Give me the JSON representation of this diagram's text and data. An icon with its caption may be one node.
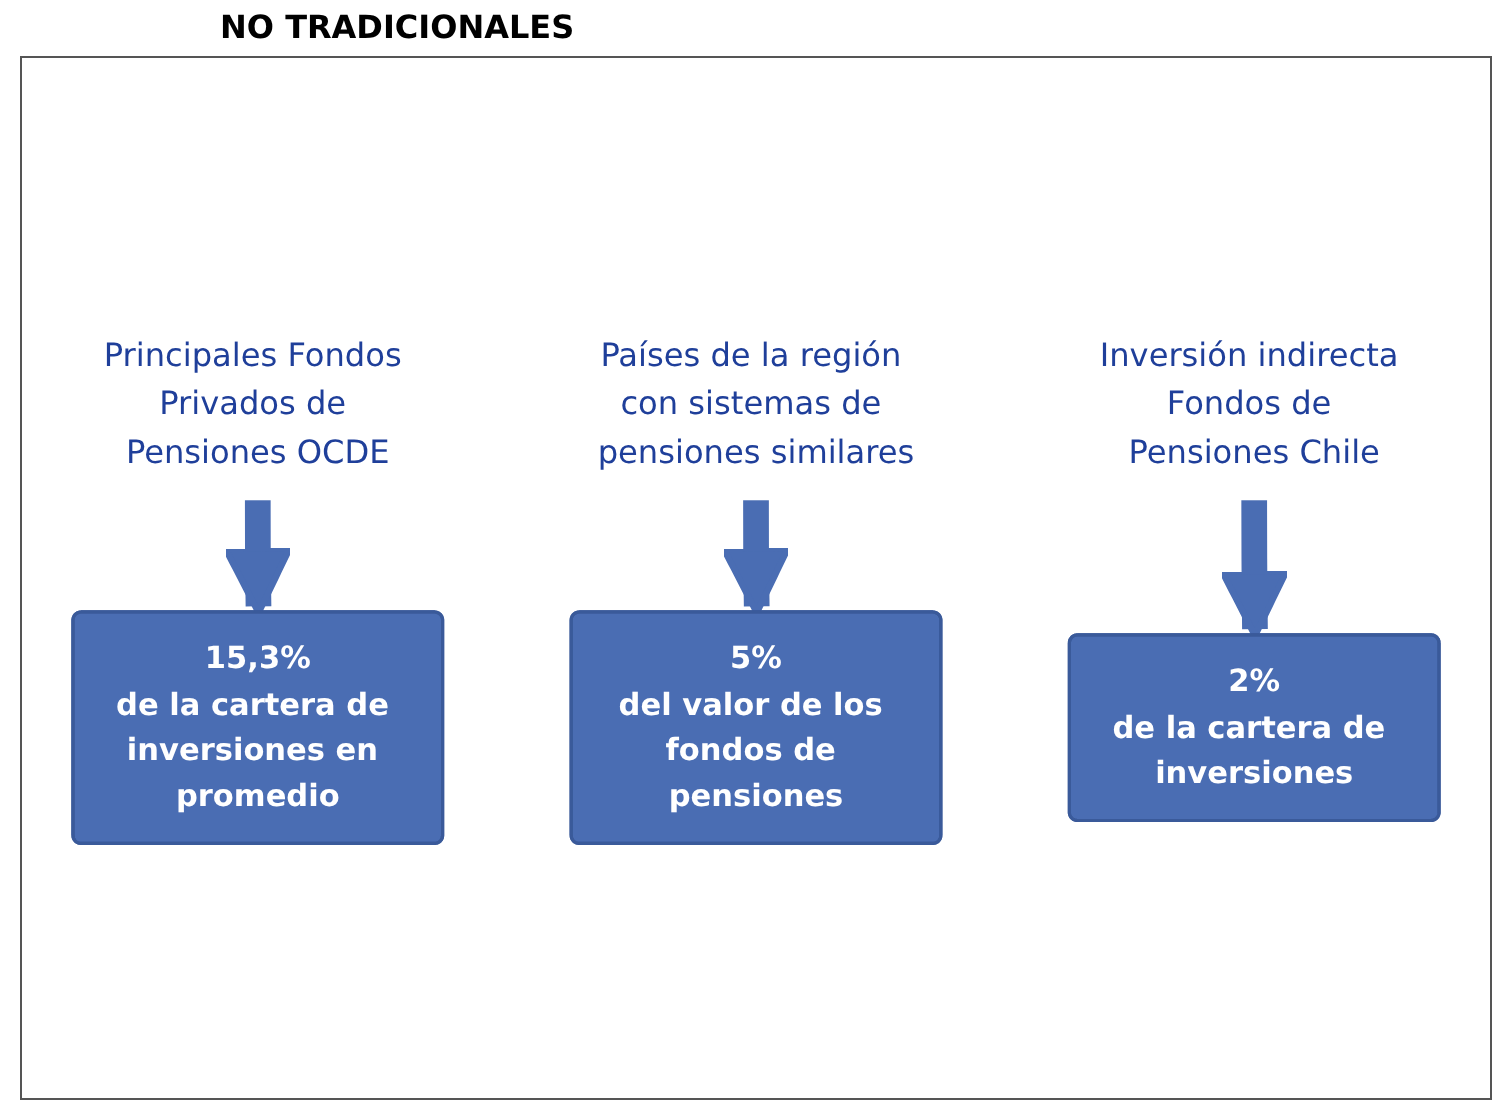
{
  "diagram": {
    "title": "NO TRADICIONALES",
    "nodes": [
      {
        "text": [
          "Principales Fondos Privados de Pensiones OCDE"
        ]
      },
      {
        "text": [
          "Países de la región con sistemas de pensiones similares"
        ]
      },
      {
        "text": [
          "Inversión indirecta Fondos de Pensiones Chile"
        ]
      },
      {
        "text": [
          "15,3%",
          "de la cartera de inversiones en promedio"
        ]
      },
      {
        "text": [
          "5%",
          "del valor de los fondos de pensiones"
        ]
      },
      {
        "text": [
          "2%",
          "de la cartera de inversiones"
        ]
      }
    ],
    "edges": [
      {
        "from": 0,
        "to": 3,
        "arrow": "to"
      },
      {
        "from": 1,
        "to": 4,
        "arrow": "to"
      },
      {
        "from": 2,
        "to": 5,
        "arrow": "to"
      }
    ]
  }
}
